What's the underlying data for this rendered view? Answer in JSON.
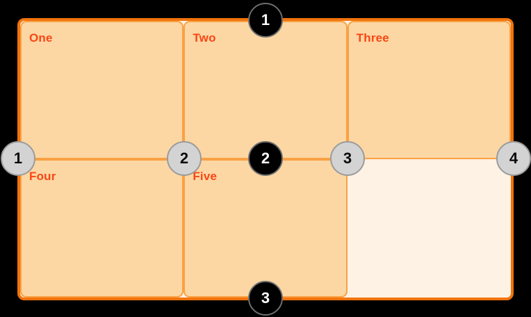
{
  "canvas": {
    "background_color": "#000000"
  },
  "grid": {
    "container_background_color": "#fdf2e3",
    "container_border_color": "#f1730b",
    "cell_background_color": "#fcd7a3",
    "cell_border_color": "#f9a145",
    "cell_label_color": "#fa4616",
    "columns": 3,
    "rows": 2,
    "cells": [
      {
        "label": "One"
      },
      {
        "label": "Two"
      },
      {
        "label": "Three"
      },
      {
        "label": "Four"
      },
      {
        "label": "Five"
      },
      {
        "label": ""
      }
    ]
  },
  "row_line_badges": {
    "fill_color": "#000000",
    "text_color": "#ffffff",
    "ring_color": "#6e6e6e",
    "items": [
      {
        "number": "1"
      },
      {
        "number": "2"
      },
      {
        "number": "3"
      }
    ]
  },
  "column_line_badges": {
    "fill_color": "#d3d3d3",
    "text_color": "#0a0a0a",
    "ring_color": "#9b9b9b",
    "items": [
      {
        "number": "1"
      },
      {
        "number": "2"
      },
      {
        "number": "3"
      },
      {
        "number": "4"
      }
    ]
  }
}
